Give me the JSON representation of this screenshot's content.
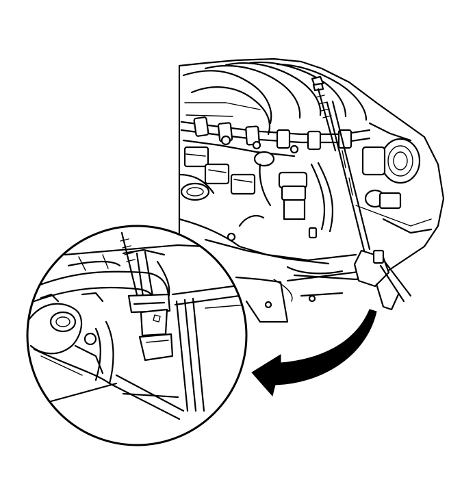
{
  "figure": {
    "description_text": "",
    "colors": {
      "ink": "#000000",
      "paper": "#ffffff"
    },
    "components": [
      "intake-manifold",
      "fuel-rail",
      "throttle-body",
      "bolt",
      "dipstick-tube",
      "detail-callout",
      "callout-arrow"
    ]
  }
}
